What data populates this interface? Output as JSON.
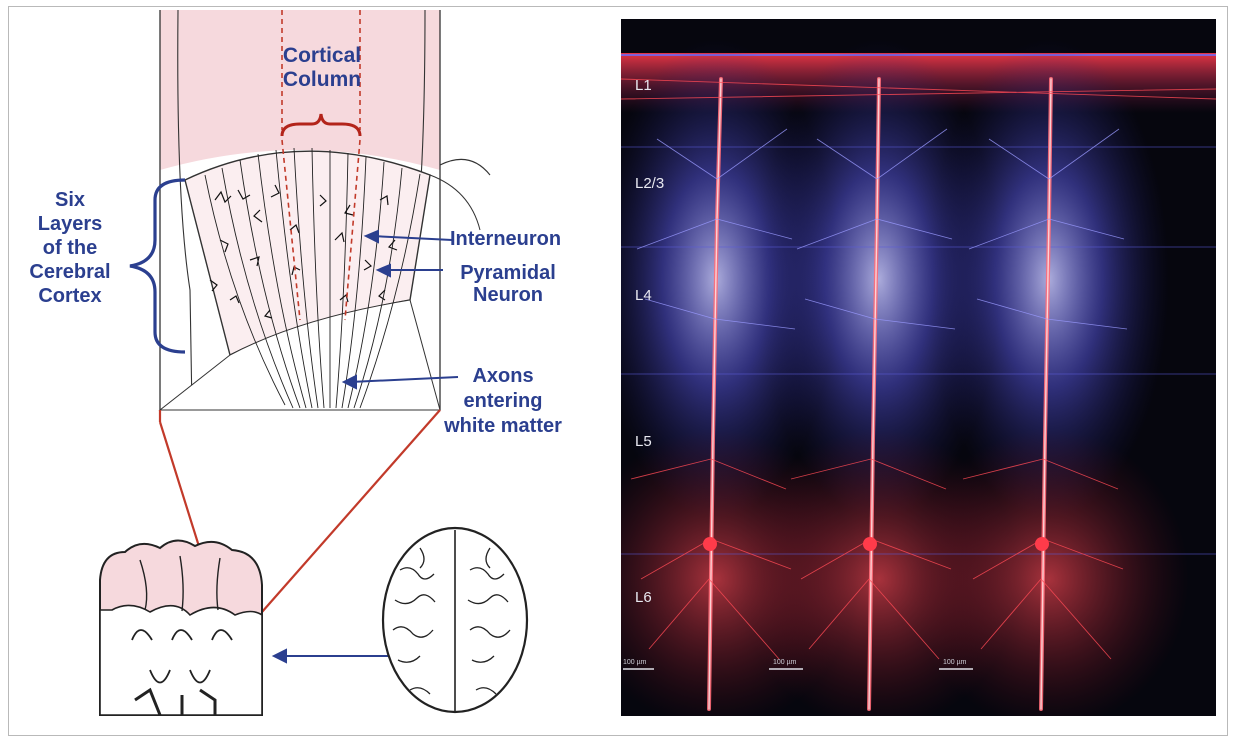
{
  "left_diagram": {
    "cortical_column": [
      "Cortical",
      "Column"
    ],
    "six_layers": [
      "Six",
      "Layers",
      "of the",
      "Cerebral",
      "Cortex"
    ],
    "interneuron": "Interneuron",
    "pyramidal_neuron": [
      "Pyramidal",
      "Neuron"
    ],
    "axons": [
      "Axons",
      "entering",
      "white matter"
    ],
    "label_color": "#2b3f8f",
    "pink_color": "#f6d9dd",
    "line_red": "#c23a2a"
  },
  "right_image": {
    "layers": [
      "L1",
      "L2/3",
      "L4",
      "L5",
      "L6"
    ],
    "scale_bars": [
      "100 µm",
      "100 µm",
      "100 µm"
    ],
    "background": "#06060e",
    "blue": "#6b6bff",
    "red": "#ff3b4a"
  }
}
